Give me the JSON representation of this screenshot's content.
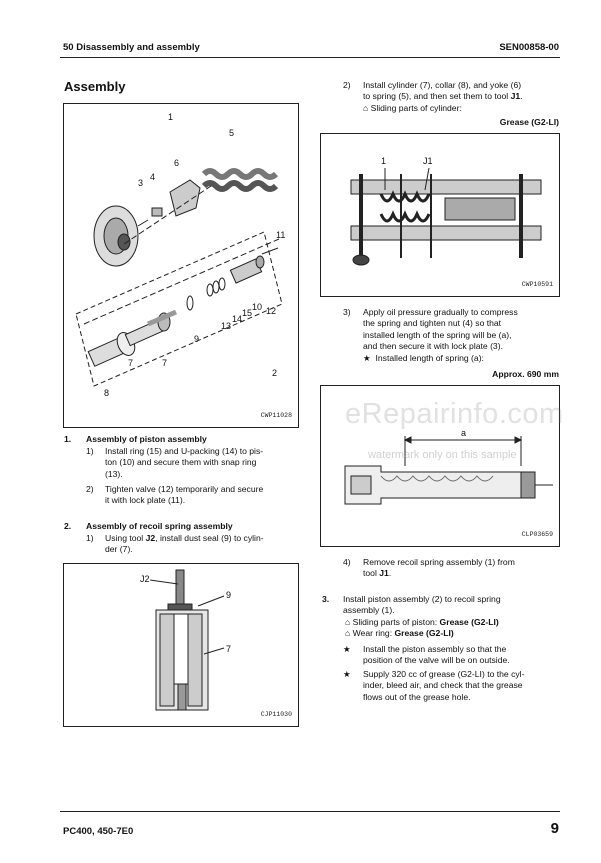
{
  "header": {
    "section": "50 Disassembly and assembly",
    "doc_id": "SEN00858-00"
  },
  "footer": {
    "model": "PC400, 450-7E0",
    "page": "9"
  },
  "watermark": {
    "site": "eRepairinfo.com",
    "note": "watermark only on this sample"
  },
  "left": {
    "title": "Assembly",
    "fig1": {
      "code": "CWP11028",
      "callouts": [
        "1",
        "2",
        "3",
        "4",
        "5",
        "6",
        "7",
        "7",
        "8",
        "9",
        "10",
        "11",
        "12",
        "13",
        "14",
        "15"
      ]
    },
    "step1": {
      "num": "1.",
      "title": "Assembly of piston assembly",
      "items": [
        {
          "n": "1)",
          "lines": [
            "Install ring (15) and U-packing (14) to pis-",
            "ton (10) and secure them with snap ring",
            "(13)."
          ]
        },
        {
          "n": "2)",
          "lines": [
            "Tighten valve (12) temporarily and secure",
            "it with lock plate (11)."
          ]
        }
      ]
    },
    "step2": {
      "num": "2.",
      "title": "Assembly of recoil spring assembly",
      "items": [
        {
          "n": "1)",
          "line1a": "Using tool ",
          "tool": "J2",
          "line1b": ", install dust seal (9) to cylin-",
          "line2": "der (7)."
        }
      ]
    },
    "fig2": {
      "code": "CJP11030",
      "callouts": [
        "J2",
        "9",
        "7"
      ]
    }
  },
  "right": {
    "item2": {
      "n": "2)",
      "line1": "Install cylinder (7), collar (8), and yoke (6)",
      "line2a": "to spring (5), and then set them to tool ",
      "tool": "J1",
      "line2b": ".",
      "lube": "Sliding parts of cylinder:",
      "grease": "Grease (G2-LI)"
    },
    "fig3": {
      "code": "CWP10591",
      "callouts": [
        "1",
        "J1"
      ]
    },
    "item3": {
      "n": "3)",
      "lines": [
        "Apply oil pressure gradually to compress",
        "the spring and tighten nut (4) so that",
        "installed length of the spring will be (a),",
        "and then secure it with lock plate (3)."
      ],
      "star": "★",
      "note": "Installed length of spring (a):",
      "value": "Approx. 690 mm"
    },
    "fig4": {
      "code": "CLP03659",
      "callouts": [
        "a"
      ]
    },
    "item4": {
      "n": "4)",
      "line1": "Remove recoil spring assembly (1) from",
      "line2a": "tool ",
      "tool": "J1",
      "line2b": "."
    },
    "step3": {
      "num": "3.",
      "line1": "Install piston assembly (2) to recoil spring",
      "line2": "assembly (1).",
      "lube1": "Sliding parts of piston: ",
      "lube1b": "Grease (G2-LI)",
      "lube2": "Wear ring: ",
      "lube2b": "Grease (G2-LI)",
      "star": "★",
      "note1": [
        "Install the piston assembly so that the",
        "position of the valve will be on outside."
      ],
      "note2": [
        "Supply 320 cc of grease (G2-LI) to the cyl-",
        "inder, bleed air, and check that the grease",
        "flows out of the grease hole."
      ]
    }
  }
}
